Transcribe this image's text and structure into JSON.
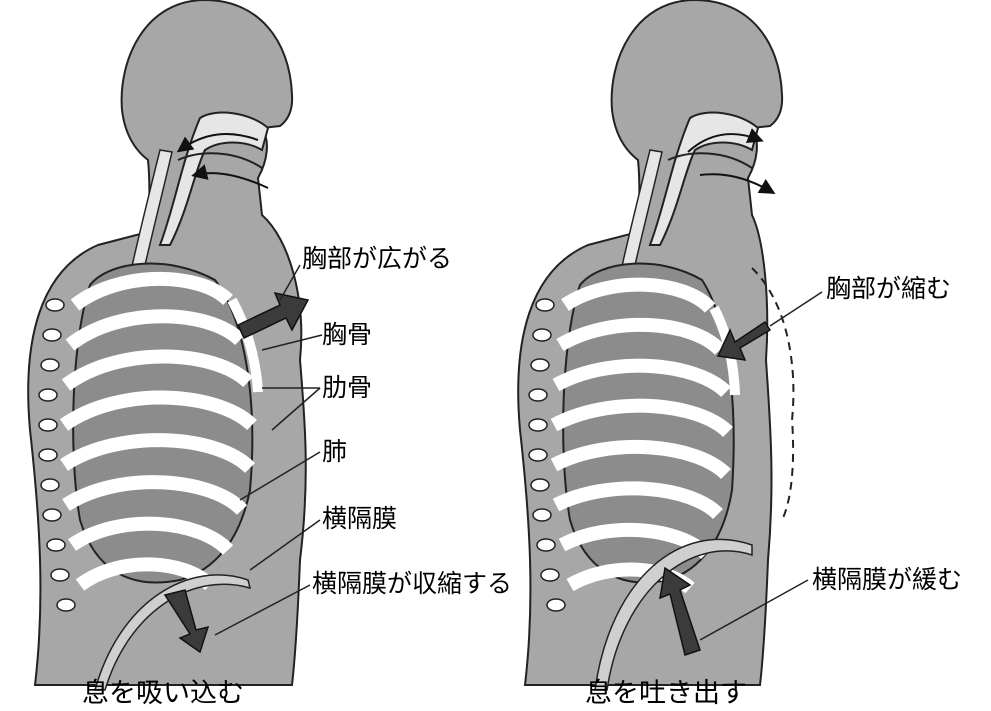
{
  "inhale": {
    "caption": "息を吸い込む",
    "labels": {
      "chest_expands": "胸部が広がる",
      "sternum": "胸骨",
      "ribs": "肋骨",
      "lung": "肺",
      "diaphragm": "横隔膜",
      "diaphragm_contracts": "横隔膜が収縮する"
    }
  },
  "exhale": {
    "caption": "息を吐き出す",
    "labels": {
      "chest_contracts": "胸部が縮む",
      "diaphragm_relaxes": "横隔膜が緩む"
    }
  },
  "colors": {
    "skin": "#a7a7a7",
    "lung": "#8c8c8c",
    "rib": "#ffffff",
    "arrow": "#3b3b3b",
    "outline": "#222222"
  }
}
